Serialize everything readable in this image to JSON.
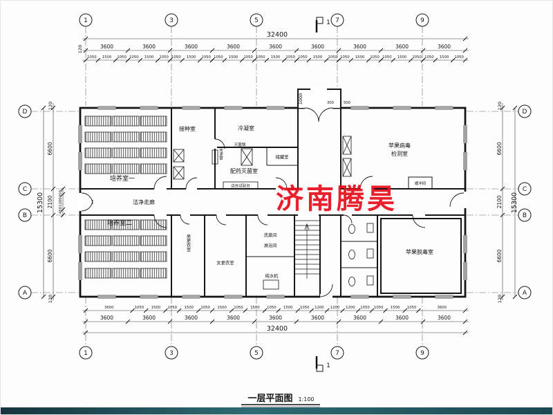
{
  "watermark": {
    "text": "济南腾昊",
    "color": "#e8101c"
  },
  "title": {
    "name": "一层平面图",
    "scale": "1:100"
  },
  "grid": {
    "cols": [
      "1",
      "3",
      "5",
      "7",
      "9"
    ],
    "rows": [
      "D",
      "C",
      "B",
      "A"
    ],
    "section": "1"
  },
  "rooms": {
    "culture1": "培养室一",
    "culture2": "培养室二",
    "inoculation": "接种室",
    "cooling": "冷凝室",
    "dispensary": "配药灭菌室",
    "storage": "储藏室",
    "autoclave": "灭菌锅",
    "corridor": "洁净走廊",
    "virus1": "苹果病毒",
    "virus2": "检测室",
    "detox": "苹果脱毒室",
    "men": "男更衣室",
    "women": "女更衣室",
    "wash": "洗漱间",
    "shower": "淋浴间",
    "bench": "边台试验台",
    "water": "纯水机",
    "pass": "传递窗",
    "buffer": "缓冲间"
  },
  "dims": {
    "top_overall": "32400",
    "top_edge": "120",
    "top_bays": [
      "3600",
      "3600",
      "3600",
      "3600",
      "3600",
      "3600",
      "3600",
      "3600",
      "3600"
    ],
    "top_windows": [
      "1050",
      "1500",
      "1050",
      "1050",
      "1500",
      "1050",
      "1050",
      "1500",
      "1050",
      "1050",
      "1500",
      "1050",
      "1050",
      "1500",
      "1050",
      "1050",
      "1500",
      "1050",
      "1050",
      "1500",
      "1050",
      "1050",
      "1500",
      "1050",
      "1050",
      "1500",
      "1050"
    ],
    "entrance": {
      "v": "1000",
      "a": "300",
      "b": "500"
    },
    "bottom_detail": [
      "3600",
      "1050",
      "1500",
      "1050",
      "1500",
      "1050",
      "1500",
      "1050",
      "1500",
      "1050",
      "1500",
      "1050",
      "1200",
      "1200",
      "1200",
      "1050",
      "1050",
      "1500",
      "1050",
      "3600"
    ],
    "bottom_bays": [
      "3600",
      "3600",
      "3600",
      "3600",
      "3600",
      "3600",
      "3600",
      "3600",
      "3600"
    ],
    "bottom_overall": "32400",
    "left_overall": "15300",
    "left_main": [
      "120",
      "6600",
      "2100",
      "6600",
      "120"
    ],
    "left_corridor": [
      "450",
      "1200",
      "450"
    ],
    "right_main": [
      "120",
      "6600",
      "2100",
      "6600",
      "120"
    ],
    "right_overall": "15300"
  }
}
